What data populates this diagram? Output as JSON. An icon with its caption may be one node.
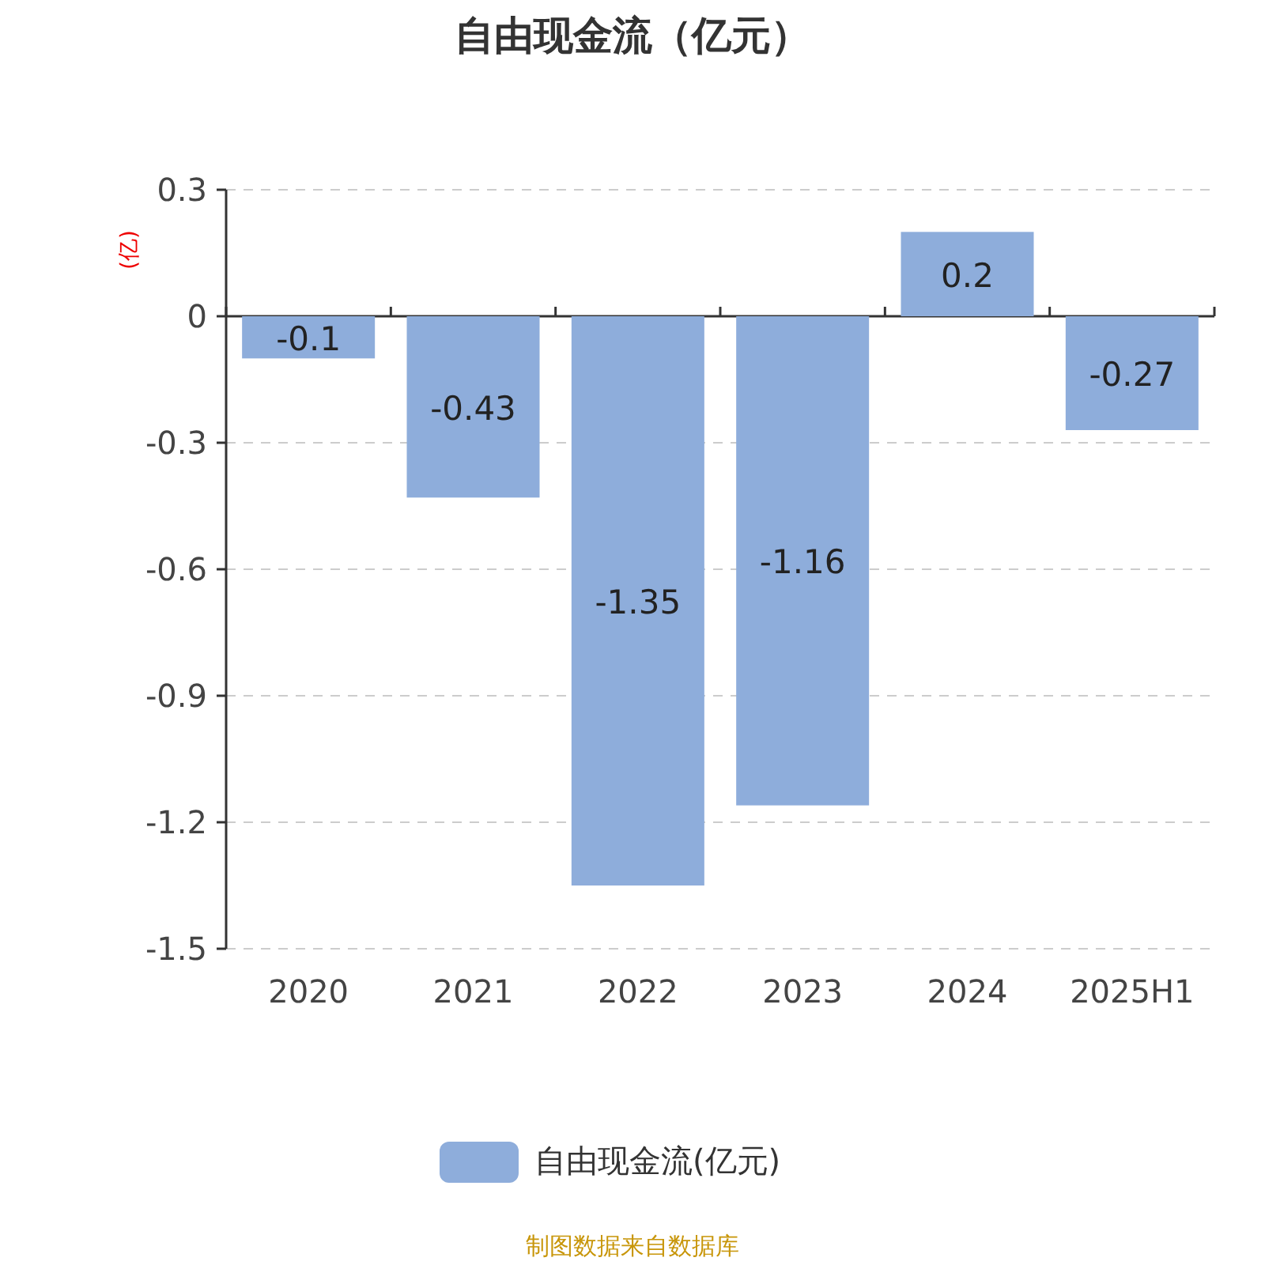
{
  "diagram": {
    "title": "自由现金流（亿元）",
    "caption": "制图数据来自数据库",
    "legend": [
      {
        "text": "自由现金流(亿元)",
        "color": "#8eaddb"
      }
    ],
    "chart_data": {
      "type": "bar",
      "ylabel": "(亿)",
      "categories": [
        "2020",
        "2021",
        "2022",
        "2023",
        "2024",
        "2025H1"
      ],
      "series": [
        {
          "color": "#8eaddb",
          "values": [
            -0.1,
            -0.43,
            -1.35,
            -1.16,
            0.2,
            -0.27
          ]
        }
      ],
      "ylim": [
        -1.5,
        0.3
      ],
      "yticks": [
        {
          "value": 0.3,
          "label": "0.3"
        },
        {
          "value": 0,
          "label": "0"
        },
        {
          "value": -0.3,
          "label": "-0.3"
        },
        {
          "value": -0.6,
          "label": "-0.6"
        },
        {
          "value": -0.9,
          "label": "-0.9"
        },
        {
          "value": -1.2,
          "label": "-1.2"
        },
        {
          "value": -1.5,
          "label": "-1.5"
        }
      ],
      "grid": true,
      "data_labels": true
    }
  }
}
